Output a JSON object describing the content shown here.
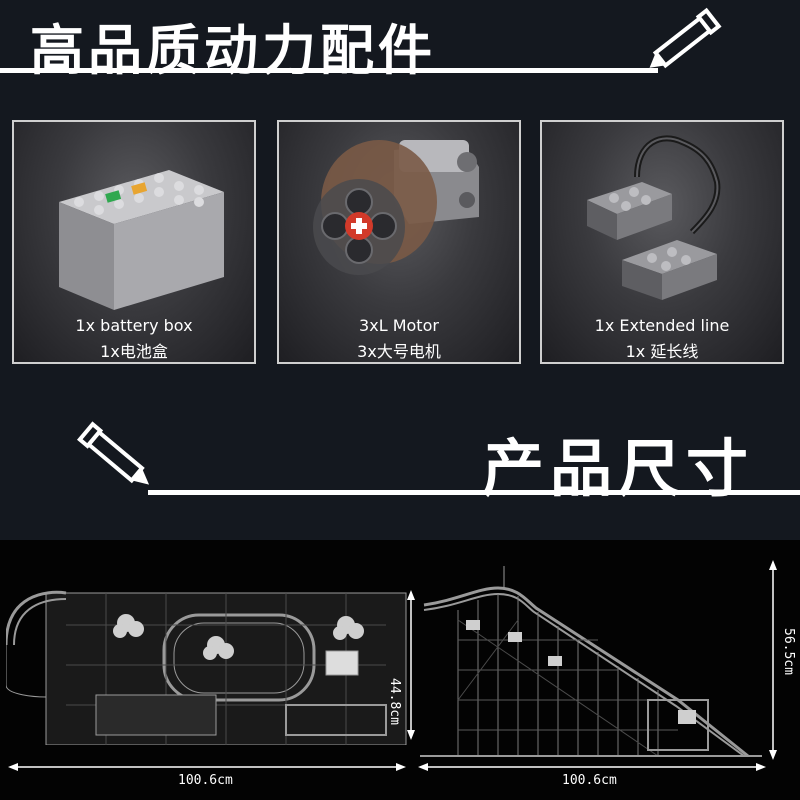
{
  "header": {
    "title": "高品质动力配件"
  },
  "parts": [
    {
      "name_en": "1x battery box",
      "name_cn": "1x电池盒",
      "icon": "battery-box-icon"
    },
    {
      "name_en": "3xL Motor",
      "name_cn": "3x大号电机",
      "icon": "motor-icon"
    },
    {
      "name_en": "1x  Extended line",
      "name_cn": "1x  延长线",
      "icon": "extension-cable-icon"
    }
  ],
  "dimensions_section": {
    "title": "产品尺寸",
    "top_view": {
      "width_label": "100.6cm",
      "depth_label": "44.8cm"
    },
    "side_view": {
      "width_label": "100.6cm",
      "height_label": "56.5cm"
    }
  },
  "colors": {
    "background": "#14181f",
    "card_border": "#cfcfcf",
    "accent_red": "#d23a2a",
    "accent_green": "#2fa84f"
  }
}
